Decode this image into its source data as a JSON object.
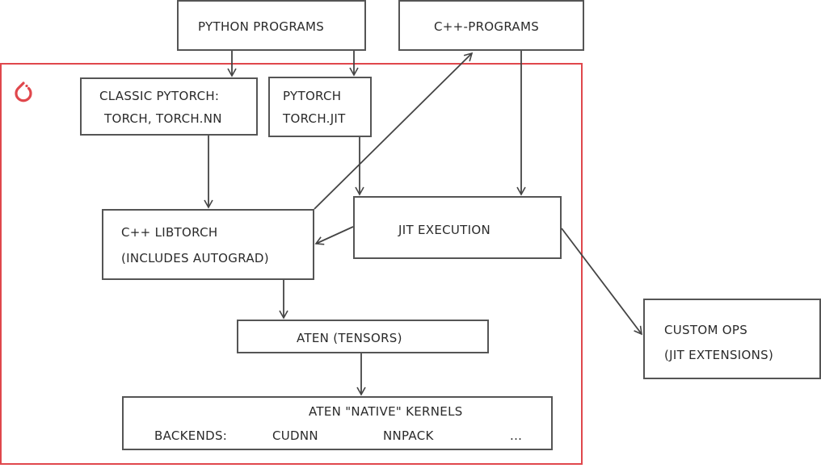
{
  "diagram": {
    "container": {
      "label": "PyTorch",
      "color": "#e0474c",
      "icon": "pytorch-logo-icon"
    },
    "nodes": {
      "python_programs": {
        "lines": [
          "PYTHON PROGRAMS"
        ]
      },
      "cpp_programs": {
        "lines": [
          "C++-PROGRAMS"
        ]
      },
      "classic_pytorch": {
        "lines": [
          "CLASSIC PYTORCH:",
          "TORCH, TORCH.NN"
        ]
      },
      "pytorch_jit": {
        "lines": [
          "PYTORCH",
          "TORCH.JIT"
        ]
      },
      "libtorch": {
        "lines": [
          "C++ LIBTORCH",
          "(INCLUDES AUTOGRAD)"
        ]
      },
      "jit_execution": {
        "lines": [
          "JIT EXECUTION"
        ]
      },
      "aten": {
        "lines": [
          "ATEN (TENSORS)"
        ]
      },
      "native_kernels": {
        "title": "ATEN \"NATIVE\" KERNELS",
        "backends_label": "BACKENDS:",
        "backends": [
          "CUDNN",
          "NNPACK",
          "..."
        ]
      },
      "custom_ops": {
        "lines": [
          "CUSTOM OPS",
          "(JIT EXTENSIONS)"
        ]
      }
    },
    "edges": [
      {
        "from": "python_programs",
        "to": "classic_pytorch"
      },
      {
        "from": "python_programs",
        "to": "pytorch_jit"
      },
      {
        "from": "classic_pytorch",
        "to": "libtorch"
      },
      {
        "from": "pytorch_jit",
        "to": "jit_execution"
      },
      {
        "from": "cpp_programs",
        "to": "jit_execution"
      },
      {
        "from": "libtorch",
        "to": "cpp_programs"
      },
      {
        "from": "jit_execution",
        "to": "libtorch"
      },
      {
        "from": "jit_execution",
        "to": "custom_ops"
      },
      {
        "from": "libtorch",
        "to": "aten"
      },
      {
        "from": "aten",
        "to": "native_kernels"
      }
    ],
    "colors": {
      "stroke": "#555555",
      "text": "#2a2a2a",
      "frame": "#e0474c"
    }
  }
}
